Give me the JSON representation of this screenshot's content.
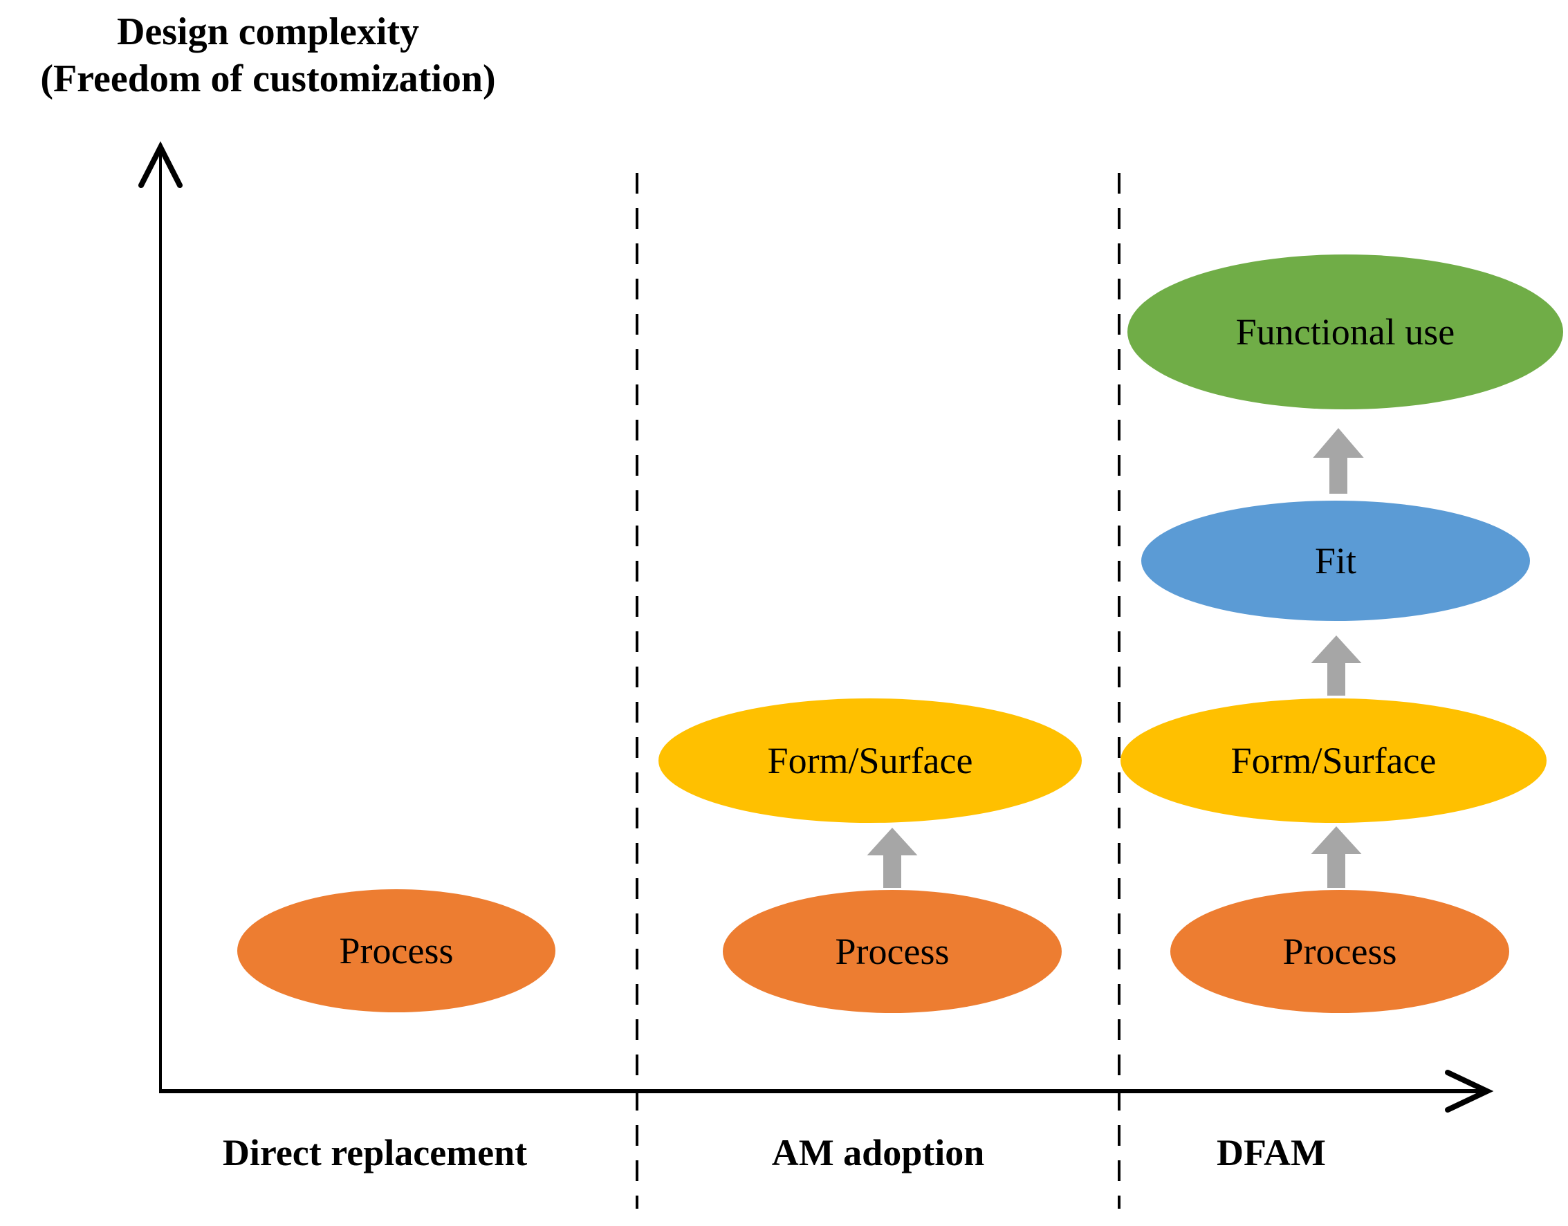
{
  "title": {
    "line1": "Design complexity",
    "line2": "(Freedom of customization)"
  },
  "stages": [
    {
      "label": "Direct replacement"
    },
    {
      "label": "AM adoption"
    },
    {
      "label": "DFAM"
    }
  ],
  "ellipses": {
    "dr_process": {
      "label": "Process",
      "color": "#ED7D31"
    },
    "am_form": {
      "label": "Form/Surface",
      "color": "#FFC000"
    },
    "am_process": {
      "label": "Process",
      "color": "#ED7D31"
    },
    "dfam_functional": {
      "label": "Functional use",
      "color": "#70AD47"
    },
    "dfam_fit": {
      "label": "Fit",
      "color": "#5B9BD5"
    },
    "dfam_form": {
      "label": "Form/Surface",
      "color": "#FFC000"
    },
    "dfam_process": {
      "label": "Process",
      "color": "#ED7D31"
    }
  },
  "arrow": {
    "color": "#A6A6A6"
  },
  "axis": {
    "color": "#000000"
  }
}
